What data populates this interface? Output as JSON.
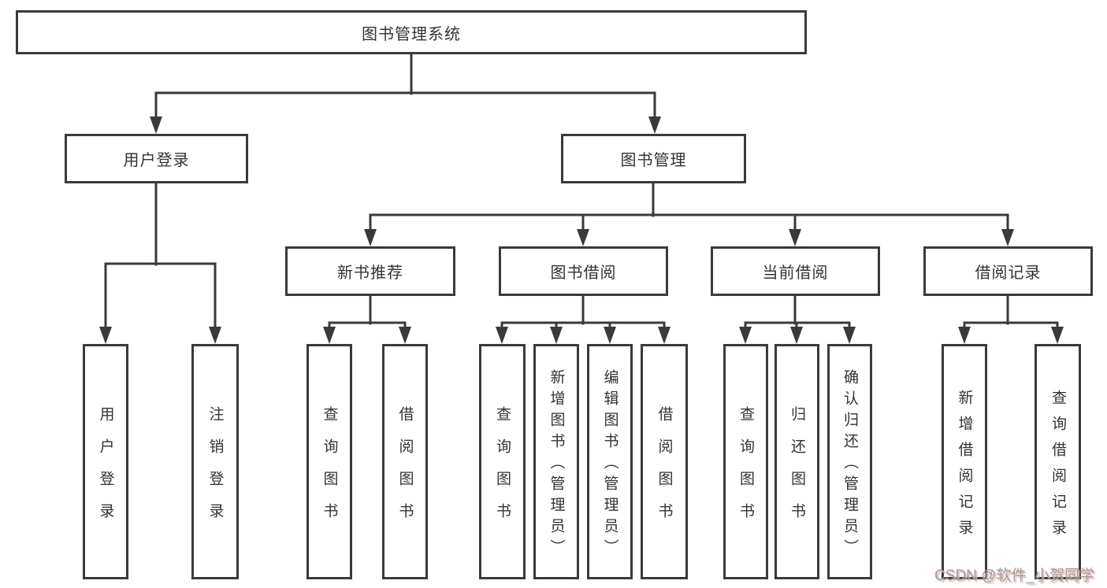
{
  "diagram": {
    "root": {
      "label": "图书管理系统"
    },
    "user_login": {
      "label": "用户登录",
      "children": {
        "login": {
          "label": "用户登录"
        },
        "logout": {
          "label": "注销登录"
        }
      }
    },
    "book_management": {
      "label": "图书管理",
      "children": {
        "new_books": {
          "label": "新书推荐",
          "children": {
            "query": {
              "label": "查询图书"
            },
            "borrow": {
              "label": "借阅图书"
            }
          }
        },
        "borrowing": {
          "label": "图书借阅",
          "children": {
            "query": {
              "label": "查询图书"
            },
            "add": {
              "label": "新增图书（管理员）"
            },
            "edit": {
              "label": "编辑图书（管理员）"
            },
            "borrow": {
              "label": "借阅图书"
            }
          }
        },
        "current": {
          "label": "当前借阅",
          "children": {
            "query": {
              "label": "查询图书"
            },
            "return": {
              "label": "归还图书"
            },
            "confirm": {
              "label": "确认归还（管理员）"
            }
          }
        },
        "records": {
          "label": "借阅记录",
          "children": {
            "add": {
              "label": "新增借阅记录"
            },
            "query": {
              "label": "查询借阅记录"
            }
          }
        }
      }
    }
  },
  "watermark": {
    "text": "CSDN @软件_小贺同学"
  },
  "colors": {
    "line": "#3a3a3a",
    "text": "#333333",
    "box_background": "#ffffff",
    "watermark": "#9c9c9c",
    "watermark_shadow": "#e5b0ac"
  }
}
